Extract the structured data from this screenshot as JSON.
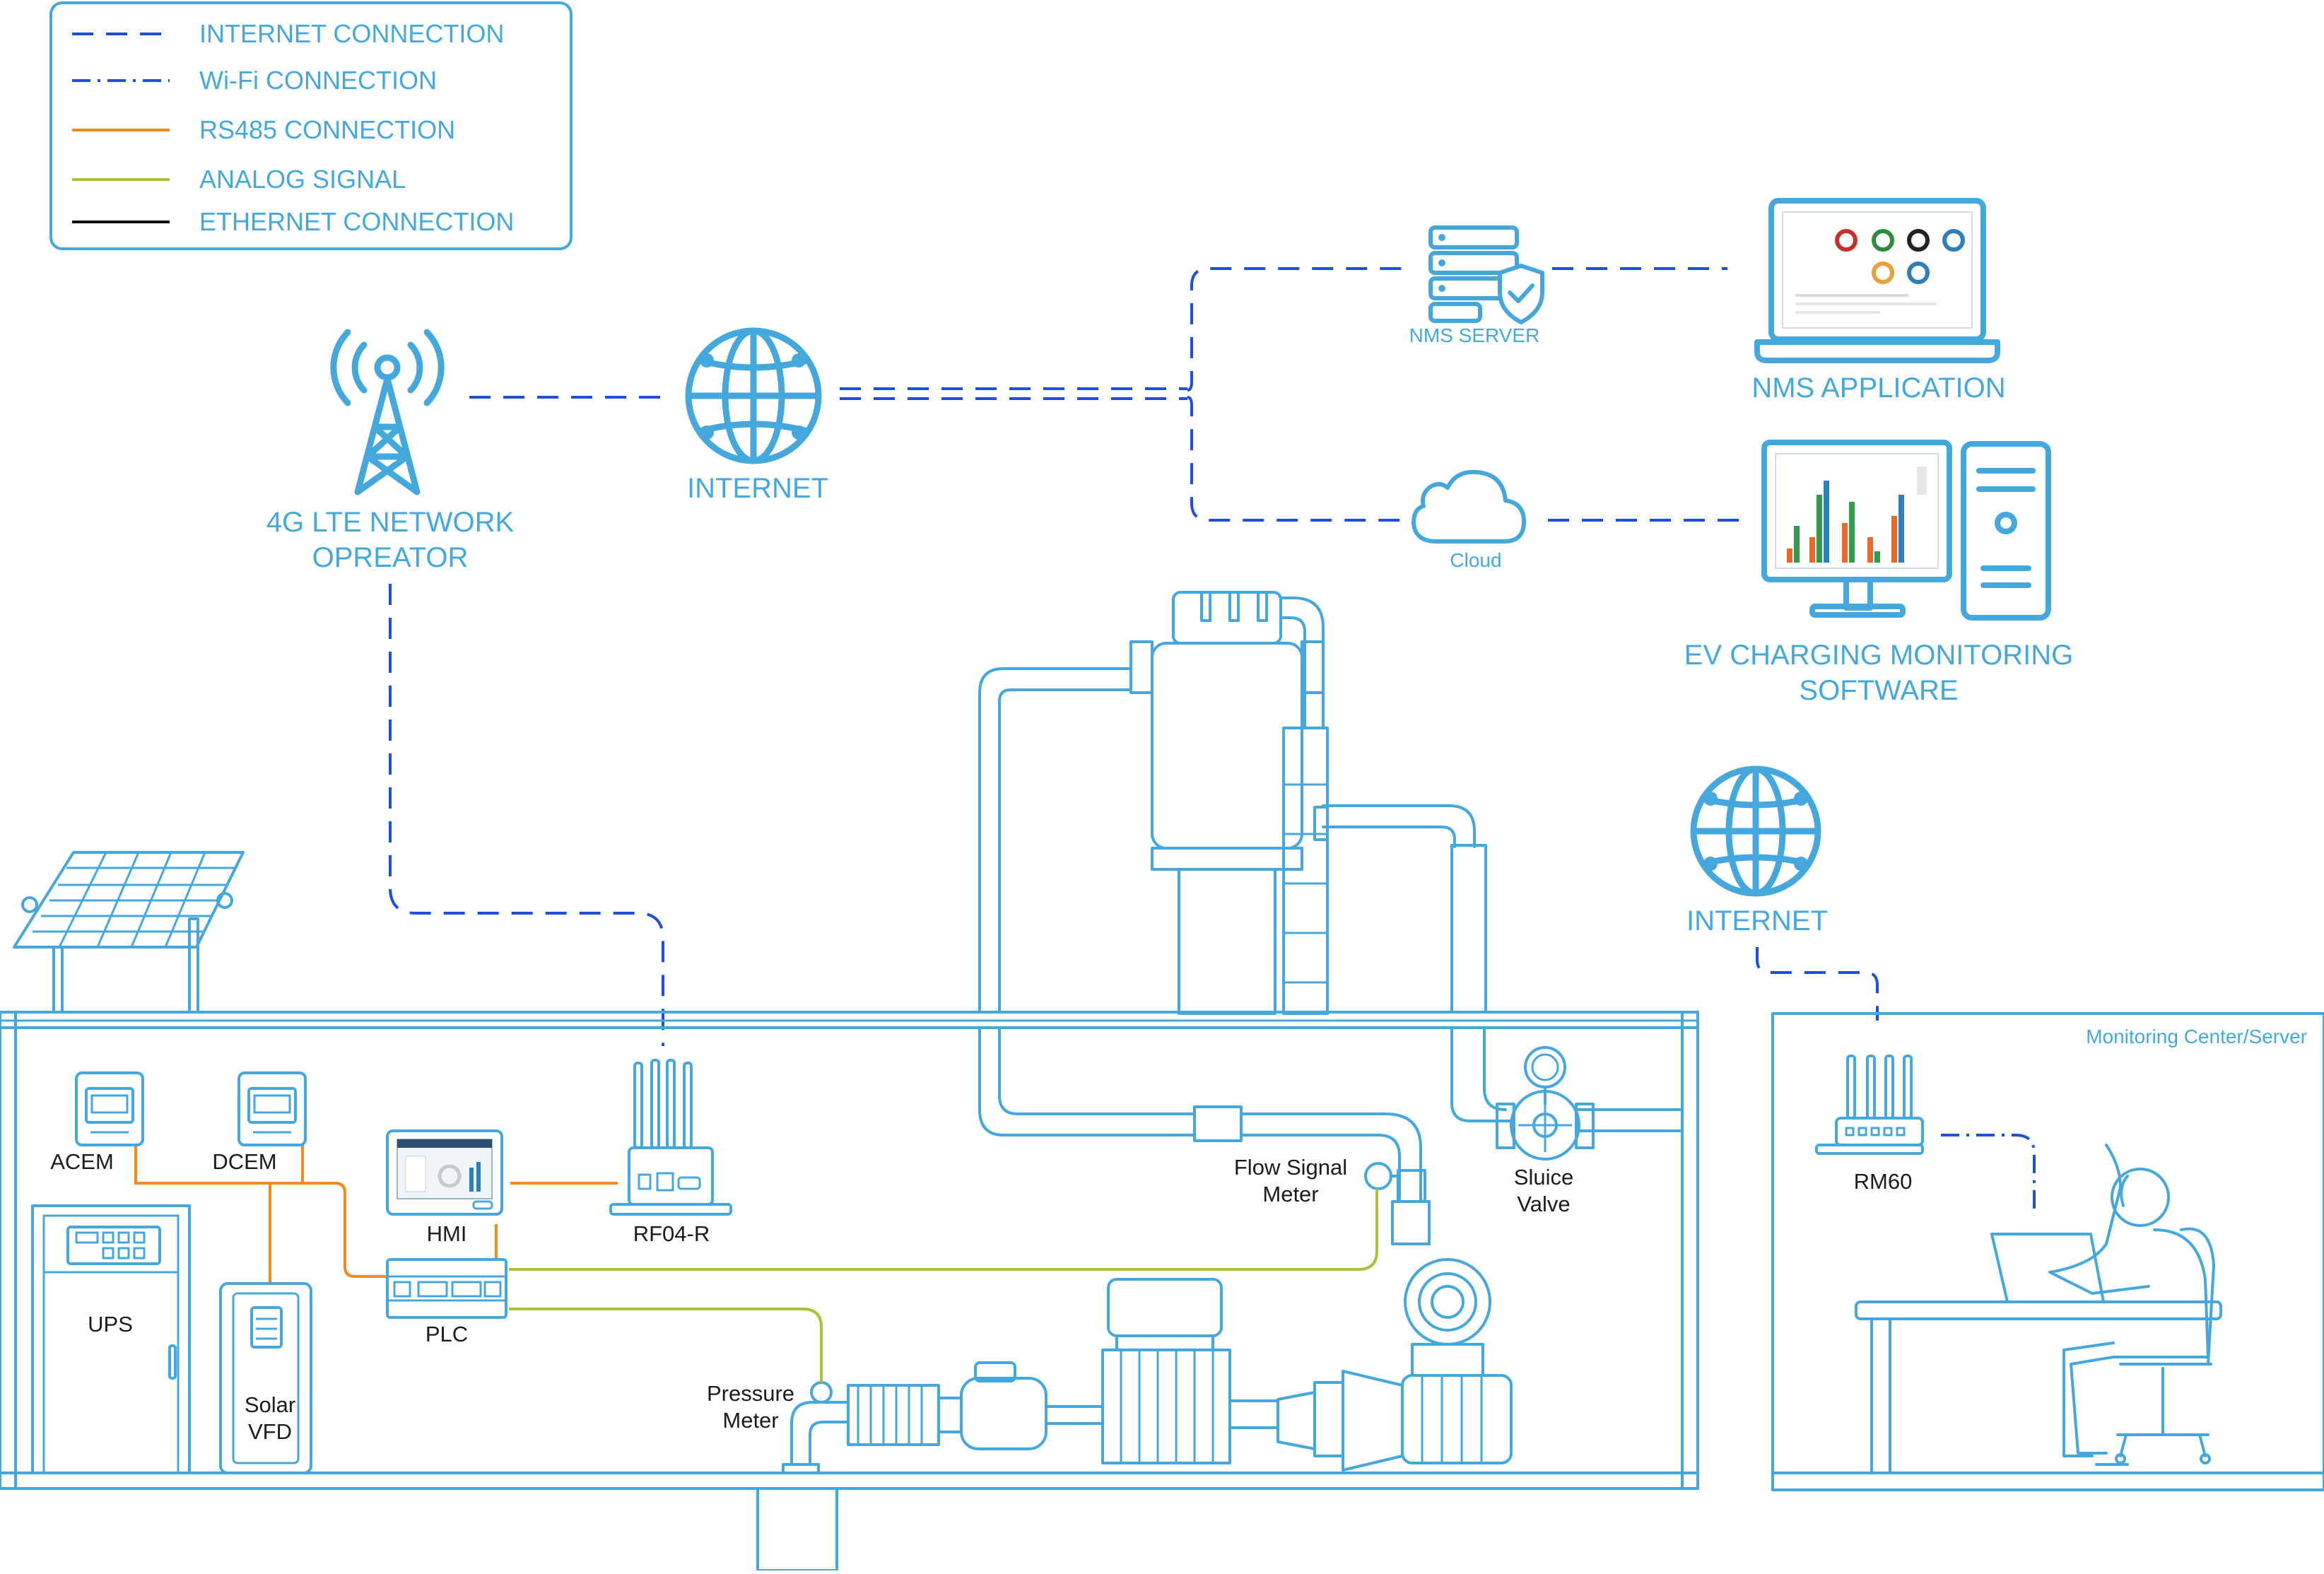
{
  "legend": {
    "items": [
      {
        "label": "INTERNET CONNECTION",
        "style": "inet",
        "color": "#1f4ed8"
      },
      {
        "label": "Wi-Fi CONNECTION",
        "style": "wifi",
        "color": "#1f4ed8"
      },
      {
        "label": "RS485 CONNECTION",
        "style": "rs485",
        "color": "#f28a1e"
      },
      {
        "label": "ANALOG SIGNAL",
        "style": "analog",
        "color": "#a9c23a"
      },
      {
        "label": "ETHERNET CONNECTION",
        "style": "eth",
        "color": "#111111"
      }
    ]
  },
  "network": {
    "tower_label_line1": "4G LTE NETWORK",
    "tower_label_line2": "OPREATOR",
    "internet_label": "INTERNET",
    "nms_server_label": "NMS SERVER",
    "nms_app_label": "NMS APPLICATION",
    "cloud_label": "Cloud",
    "ev_label_line1": "EV CHARGING MONITORING",
    "ev_label_line2": "SOFTWARE",
    "internet2_label": "INTERNET"
  },
  "plant": {
    "acem": "ACEM",
    "dcem": "DCEM",
    "ups": "UPS",
    "solar_vfd_line1": "Solar",
    "solar_vfd_line2": "VFD",
    "hmi": "HMI",
    "plc": "PLC",
    "rf04r": "RF04-R",
    "flow_line1": "Flow Signal",
    "flow_line2": "Meter",
    "sluice_line1": "Sluice",
    "sluice_line2": "Valve",
    "pressure_line1": "Pressure",
    "pressure_line2": "Meter"
  },
  "monitoring": {
    "title": "Monitoring Center/Server",
    "router": "RM60"
  },
  "colors": {
    "accent": "#45a8dc",
    "internet": "#1f4ed8",
    "rs485": "#f28a1e",
    "analog": "#a9c23a",
    "ethernet": "#111111"
  }
}
